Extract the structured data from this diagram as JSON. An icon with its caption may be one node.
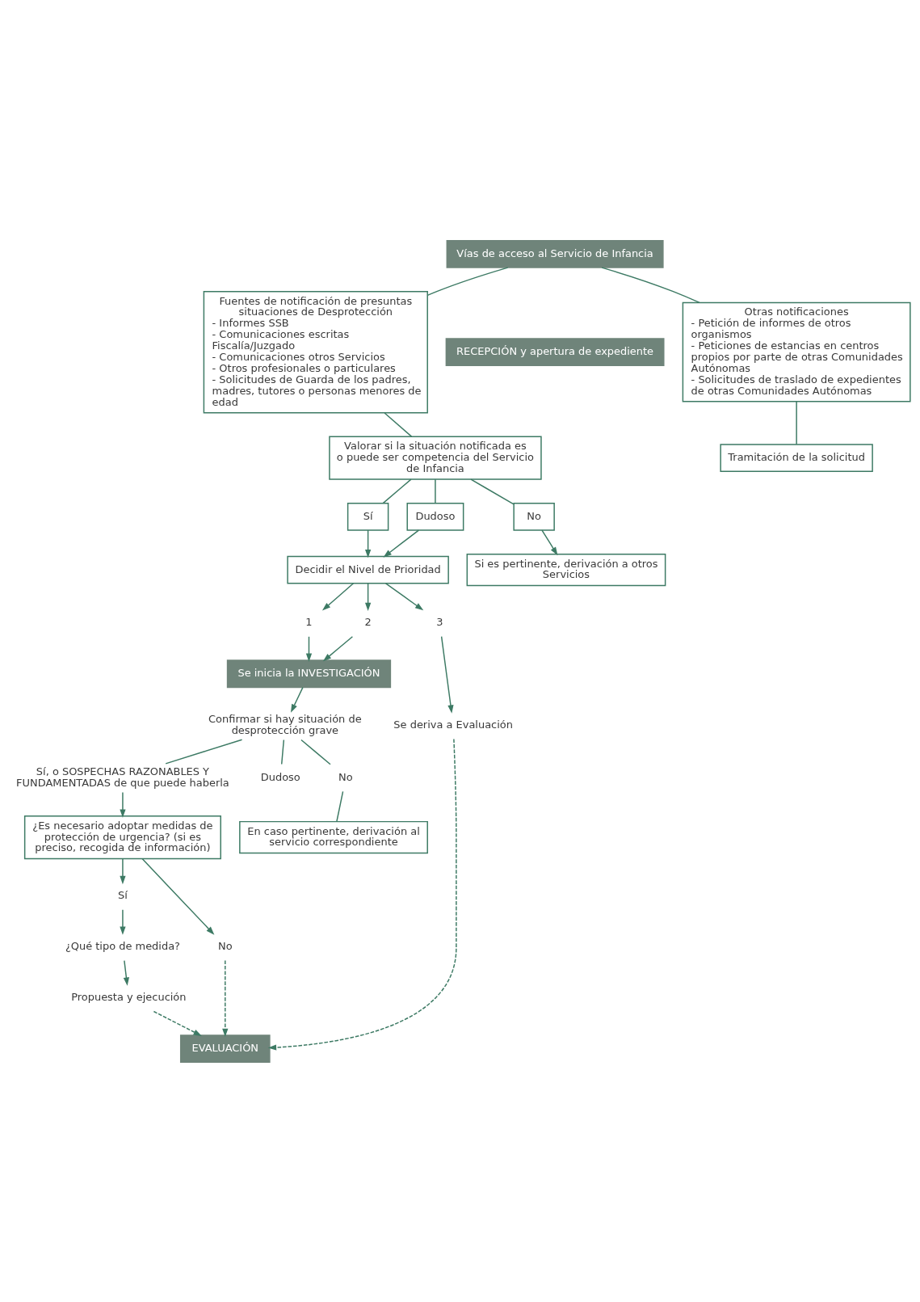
{
  "diagram": {
    "nodes": [
      {
        "text": [
          "Vías de acceso al Servicio de Infancia"
        ]
      },
      {
        "text": [
          "Fuentes de notificación de presuntas situaciones de Desprotección",
          "- Informes SSB",
          "- Comunicaciones escritas Fiscalía/Juzgado",
          "- Comunicaciones otros Servicios",
          "- Otros profesionales o particulares",
          "- Solicitudes de Guarda de los padres, madres, tutores o personas menores de edad"
        ]
      },
      {
        "text": [
          "Otras notificaciones",
          "- Petición de informes de otros organismos",
          "- Peticiones de estancias en centros propios por parte de otras Comunidades Autónomas",
          "- Solicitudes de traslado de expedientes de otras Comunidades Autónomas"
        ]
      },
      {
        "text": [
          "RECEPCIÓN y apertura de expediente"
        ]
      },
      {
        "text": [
          "Valorar si la situación notificada es o puede ser competencia del Servicio de Infancia"
        ]
      },
      {
        "text": [
          "Tramitación de la solicitud"
        ]
      },
      {
        "text": [
          "Sí"
        ]
      },
      {
        "text": [
          "Dudoso"
        ]
      },
      {
        "text": [
          "No"
        ]
      },
      {
        "text": [
          "Decidir el Nivel de Prioridad"
        ]
      },
      {
        "text": [
          "Si es pertinente, derivación a otros Servicios"
        ]
      },
      {
        "text": [
          "1"
        ]
      },
      {
        "text": [
          "2"
        ]
      },
      {
        "text": [
          "3"
        ]
      },
      {
        "text": [
          "Se inicia la INVESTIGACIÓN"
        ]
      },
      {
        "text": [
          "Se deriva a Evaluación"
        ]
      },
      {
        "text": [
          "Confirmar si hay situación de desprotección grave"
        ]
      },
      {
        "text": [
          "Sí, o SOSPECHAS RAZONABLES Y FUNDAMENTADAS de que puede haberla"
        ]
      },
      {
        "text": [
          "Dudoso"
        ]
      },
      {
        "text": [
          "No"
        ]
      },
      {
        "text": [
          "¿Es necesario adoptar medidas de protección de urgencia? (si es preciso, recogida de información)"
        ]
      },
      {
        "text": [
          "Sí"
        ]
      },
      {
        "text": [
          "No"
        ]
      },
      {
        "text": [
          "¿Qué tipo de medida?"
        ]
      },
      {
        "text": [
          "Propuesta y ejecución"
        ]
      },
      {
        "text": [
          "EVALUACIÓN"
        ]
      },
      {
        "text": [
          "En caso pertinente, derivación al servicio correspondiente"
        ]
      }
    ],
    "edges": [
      {
        "from": 0,
        "to": 1,
        "arrow": "none"
      },
      {
        "from": 0,
        "to": 2,
        "arrow": "none"
      },
      {
        "from": 1,
        "to": 4,
        "arrow": "none"
      },
      {
        "from": 2,
        "to": 5,
        "arrow": "none"
      },
      {
        "from": 4,
        "to": 6,
        "arrow": "none"
      },
      {
        "from": 4,
        "to": 7,
        "arrow": "none"
      },
      {
        "from": 4,
        "to": 8,
        "arrow": "none"
      },
      {
        "from": 6,
        "to": 9,
        "arrow": "to"
      },
      {
        "from": 7,
        "to": 9,
        "arrow": "to"
      },
      {
        "from": 8,
        "to": 10,
        "arrow": "to"
      },
      {
        "from": 9,
        "to": 11,
        "arrow": "to"
      },
      {
        "from": 9,
        "to": 12,
        "arrow": "to"
      },
      {
        "from": 9,
        "to": 13,
        "arrow": "to"
      },
      {
        "from": 11,
        "to": 14,
        "arrow": "to"
      },
      {
        "from": 12,
        "to": 14,
        "arrow": "to"
      },
      {
        "from": 13,
        "to": 15,
        "arrow": "to"
      },
      {
        "from": 14,
        "to": 16,
        "arrow": "to"
      },
      {
        "from": 16,
        "to": 17,
        "arrow": "none"
      },
      {
        "from": 16,
        "to": 18,
        "arrow": "none"
      },
      {
        "from": 16,
        "to": 19,
        "arrow": "none"
      },
      {
        "from": 17,
        "to": 20,
        "arrow": "to"
      },
      {
        "from": 19,
        "to": 26,
        "arrow": "none"
      },
      {
        "from": 15,
        "to": 25,
        "arrow": "to",
        "style": "dashed"
      },
      {
        "from": 20,
        "to": 21,
        "arrow": "to"
      },
      {
        "from": 20,
        "to": 22,
        "arrow": "to"
      },
      {
        "from": 21,
        "to": 23,
        "arrow": "to"
      },
      {
        "from": 23,
        "to": 24,
        "arrow": "to"
      },
      {
        "from": 22,
        "to": 25,
        "arrow": "to",
        "style": "dashed"
      },
      {
        "from": 24,
        "to": 25,
        "arrow": "to",
        "style": "dashed"
      }
    ]
  }
}
